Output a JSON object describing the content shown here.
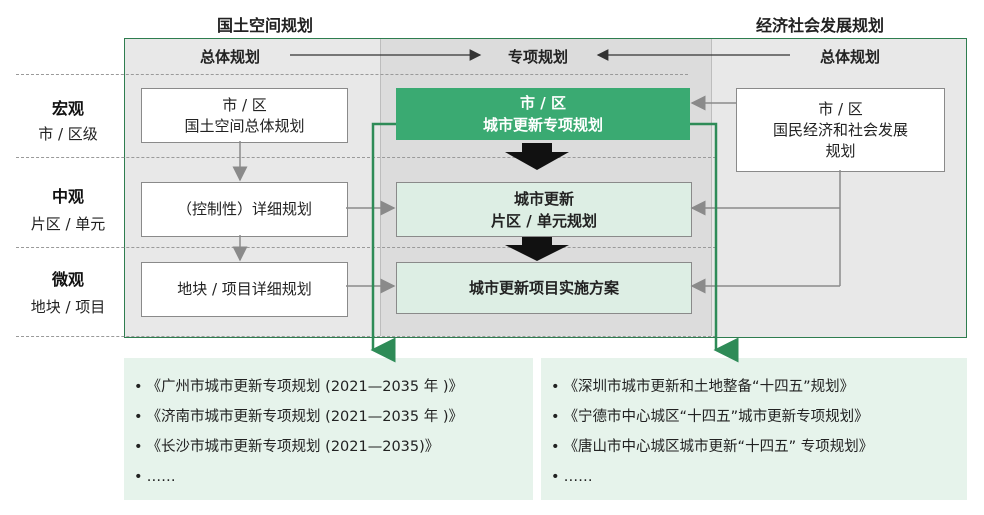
{
  "headers": {
    "territorial": "国土空间规划",
    "economic": "经济社会发展规划",
    "overall_left": "总体规划",
    "special": "专项规划",
    "overall_right": "总体规划"
  },
  "levels": [
    {
      "main": "宏观",
      "sub": "市 / 区级"
    },
    {
      "main": "中观",
      "sub": "片区 / 单元"
    },
    {
      "main": "微观",
      "sub": "地块 / 项目"
    }
  ],
  "left_boxes": [
    {
      "line1": "市 / 区",
      "line2": "国土空间总体规划"
    },
    {
      "line1": "（控制性）详细规划",
      "line2": ""
    },
    {
      "line1": "地块 / 项目详细规划",
      "line2": ""
    }
  ],
  "center_boxes": [
    {
      "line1": "市 / 区",
      "line2": "城市更新专项规划"
    },
    {
      "line1": "城市更新",
      "line2": "片区 / 单元规划"
    },
    {
      "line1": "城市更新项目实施方案",
      "line2": ""
    }
  ],
  "right_box": {
    "line1": "市 / 区",
    "line2": "国民经济和社会发展",
    "line3": "规划"
  },
  "left_list": [
    "《广州市城市更新专项规划 (2021—2035 年 )》",
    "《济南市城市更新专项规划 (2021—2035 年 )》",
    "《长沙市城市更新专项规划 (2021—2035)》",
    "……"
  ],
  "right_list": [
    "《深圳市城市更新和土地整备“十四五”规划》",
    "《宁德市中心城区“十四五”城市更新专项规划》",
    "《唐山市中心城区城市更新“十四五” 专项规划》",
    "……"
  ],
  "colors": {
    "green": "#3aaa72",
    "frame_green": "#2e7d4f",
    "light_green": "#e6f3eb"
  }
}
